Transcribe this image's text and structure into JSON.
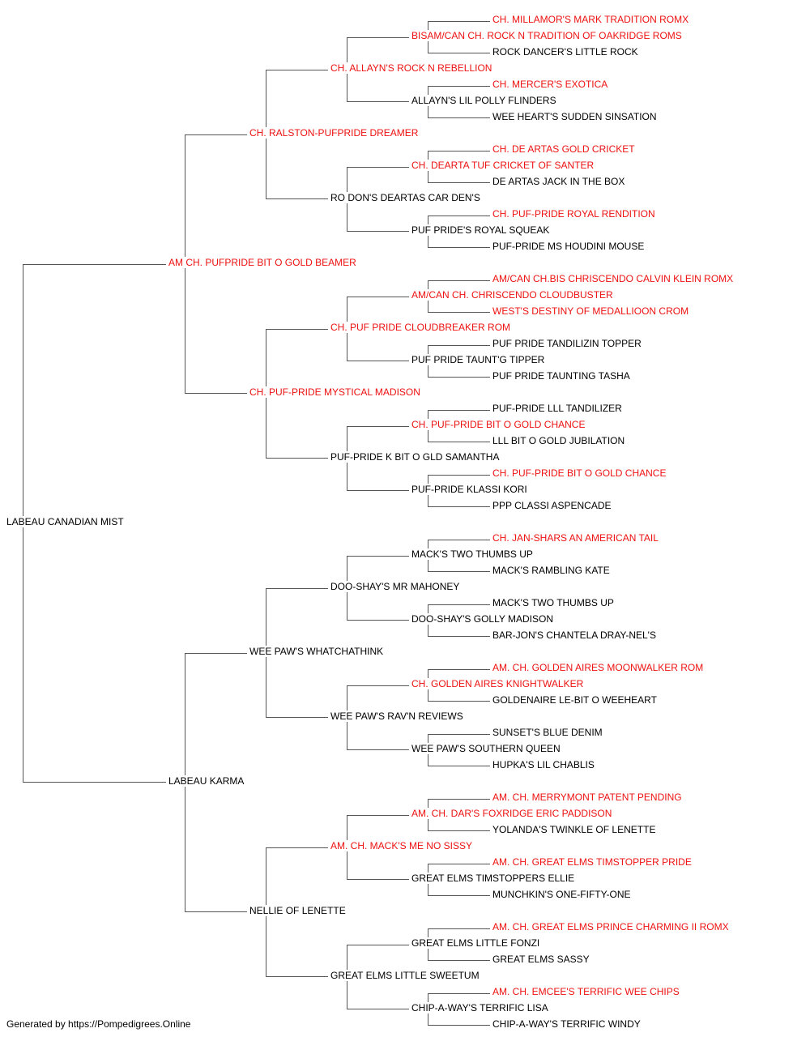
{
  "colors": {
    "champion": "#ee1111",
    "regular": "#000000",
    "line": "#555555"
  },
  "pedigree": {
    "name": "LABEAU CANADIAN MIST",
    "champion": false,
    "sire": {
      "name": "AM CH. PUFPRIDE BIT O GOLD BEAMER",
      "champion": true,
      "sire": {
        "name": "CH. RALSTON-PUFPRIDE DREAMER",
        "champion": true,
        "sire": {
          "name": "CH. ALLAYN'S ROCK N REBELLION",
          "champion": true,
          "sire": {
            "name": "BISAM/CAN CH. ROCK N TRADITION OF OAKRIDGE ROMS",
            "champion": true,
            "sire": {
              "name": "CH. MILLAMOR'S MARK TRADITION ROMX",
              "champion": true
            },
            "dam": {
              "name": "ROCK DANCER'S LITTLE ROCK",
              "champion": false
            }
          },
          "dam": {
            "name": "ALLAYN'S LIL POLLY FLINDERS",
            "champion": false,
            "sire": {
              "name": "CH. MERCER'S EXOTICA",
              "champion": true
            },
            "dam": {
              "name": "WEE HEART'S SUDDEN SINSATION",
              "champion": false
            }
          }
        },
        "dam": {
          "name": "RO DON'S DEARTAS CAR DEN'S",
          "champion": false,
          "sire": {
            "name": "CH. DEARTA TUF CRICKET OF SANTER",
            "champion": true,
            "sire": {
              "name": "CH. DE ARTAS GOLD CRICKET",
              "champion": true
            },
            "dam": {
              "name": "DE ARTAS JACK IN THE BOX",
              "champion": false
            }
          },
          "dam": {
            "name": "PUF PRIDE'S ROYAL SQUEAK",
            "champion": false,
            "sire": {
              "name": "CH. PUF-PRIDE ROYAL RENDITION",
              "champion": true
            },
            "dam": {
              "name": "PUF-PRIDE MS HOUDINI MOUSE",
              "champion": false
            }
          }
        }
      },
      "dam": {
        "name": "CH. PUF-PRIDE MYSTICAL MADISON",
        "champion": true,
        "sire": {
          "name": "CH. PUF PRIDE CLOUDBREAKER ROM",
          "champion": true,
          "sire": {
            "name": "AM/CAN CH. CHRISCENDO CLOUDBUSTER",
            "champion": true,
            "sire": {
              "name": "AM/CAN CH.BIS CHRISCENDO CALVIN KLEIN ROMX",
              "champion": true
            },
            "dam": {
              "name": "WEST'S DESTINY OF MEDALLIOON CROM",
              "champion": true
            }
          },
          "dam": {
            "name": "PUF PRIDE TAUNT'G TIPPER",
            "champion": false,
            "sire": {
              "name": "PUF PRIDE TANDILIZIN TOPPER",
              "champion": false
            },
            "dam": {
              "name": "PUF PRIDE TAUNTING TASHA",
              "champion": false
            }
          }
        },
        "dam": {
          "name": "PUF-PRIDE K BIT O GLD SAMANTHA",
          "champion": false,
          "sire": {
            "name": "CH. PUF-PRIDE BIT O GOLD CHANCE",
            "champion": true,
            "sire": {
              "name": "PUF-PRIDE LLL TANDILIZER",
              "champion": false
            },
            "dam": {
              "name": "LLL BIT O GOLD JUBILATION",
              "champion": false
            }
          },
          "dam": {
            "name": "PUF-PRIDE KLASSI KORI",
            "champion": false,
            "sire": {
              "name": "CH. PUF-PRIDE BIT O GOLD CHANCE",
              "champion": true
            },
            "dam": {
              "name": "PPP CLASSI ASPENCADE",
              "champion": false
            }
          }
        }
      }
    },
    "dam": {
      "name": "LABEAU KARMA",
      "champion": false,
      "sire": {
        "name": "WEE PAW'S WHATCHATHINK",
        "champion": false,
        "sire": {
          "name": "DOO-SHAY'S MR MAHONEY",
          "champion": false,
          "sire": {
            "name": "MACK'S TWO THUMBS UP",
            "champion": false,
            "sire": {
              "name": "CH. JAN-SHARS AN AMERICAN TAIL",
              "champion": true
            },
            "dam": {
              "name": "MACK'S RAMBLING KATE",
              "champion": false
            }
          },
          "dam": {
            "name": "DOO-SHAY'S GOLLY MADISON",
            "champion": false,
            "sire": {
              "name": "MACK'S TWO THUMBS UP",
              "champion": false
            },
            "dam": {
              "name": "BAR-JON'S CHANTELA DRAY-NEL'S",
              "champion": false
            }
          }
        },
        "dam": {
          "name": "WEE PAW'S RAV'N REVIEWS",
          "champion": false,
          "sire": {
            "name": "CH. GOLDEN AIRES KNIGHTWALKER",
            "champion": true,
            "sire": {
              "name": "AM. CH. GOLDEN AIRES MOONWALKER ROM",
              "champion": true
            },
            "dam": {
              "name": "GOLDENAIRE LE-BIT O WEEHEART",
              "champion": false
            }
          },
          "dam": {
            "name": "WEE PAW'S SOUTHERN QUEEN",
            "champion": false,
            "sire": {
              "name": "SUNSET'S BLUE DENIM",
              "champion": false
            },
            "dam": {
              "name": "HUPKA'S LIL CHABLIS",
              "champion": false
            }
          }
        }
      },
      "dam": {
        "name": "NELLIE OF LENETTE",
        "champion": false,
        "sire": {
          "name": "AM. CH. MACK'S ME NO SISSY",
          "champion": true,
          "sire": {
            "name": "AM. CH. DAR'S FOXRIDGE ERIC PADDISON",
            "champion": true,
            "sire": {
              "name": "AM. CH. MERRYMONT PATENT PENDING",
              "champion": true
            },
            "dam": {
              "name": "YOLANDA'S TWINKLE OF LENETTE",
              "champion": false
            }
          },
          "dam": {
            "name": "GREAT ELMS TIMSTOPPERS ELLIE",
            "champion": false,
            "sire": {
              "name": "AM. CH. GREAT ELMS TIMSTOPPER PRIDE",
              "champion": true
            },
            "dam": {
              "name": "MUNCHKIN'S ONE-FIFTY-ONE",
              "champion": false
            }
          }
        },
        "dam": {
          "name": "GREAT ELMS LITTLE SWEETUM",
          "champion": false,
          "sire": {
            "name": "GREAT ELMS LITTLE FONZI",
            "champion": false,
            "sire": {
              "name": "AM. CH. GREAT ELMS PRINCE CHARMING II ROMX",
              "champion": true
            },
            "dam": {
              "name": "GREAT ELMS SASSY",
              "champion": false
            }
          },
          "dam": {
            "name": "CHIP-A-WAY'S TERRIFIC LISA",
            "champion": false,
            "sire": {
              "name": "AM. CH. EMCEE'S TERRIFIC WEE CHIPS",
              "champion": true
            },
            "dam": {
              "name": "CHIP-A-WAY'S TERRIFIC WINDY",
              "champion": false
            }
          }
        }
      }
    }
  },
  "footer": "Generated by https://Pompedigrees.Online"
}
